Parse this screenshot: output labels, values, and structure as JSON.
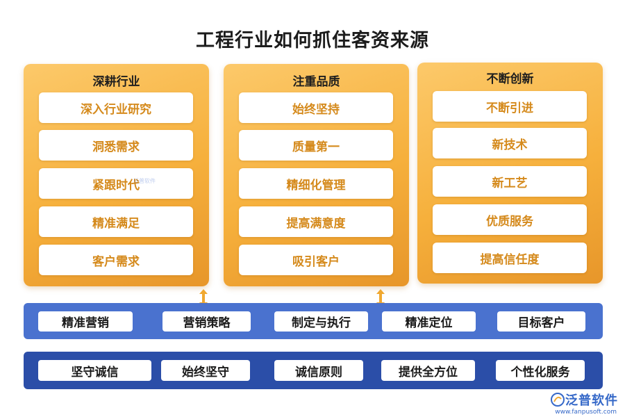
{
  "title": "工程行业如何抓住客资来源",
  "columns": [
    {
      "title": "深耕行业",
      "items": [
        "深入行业研究",
        "洞悉需求",
        "紧跟时代",
        "精准满足",
        "客户需求"
      ]
    },
    {
      "title": "注重品质",
      "items": [
        "始终坚持",
        "质量第一",
        "精细化管理",
        "提高满意度",
        "吸引客户"
      ]
    },
    {
      "title": "不断创新",
      "items": [
        "不断引进",
        "新技术",
        "新工艺",
        "优质服务",
        "提高信任度"
      ]
    }
  ],
  "band1": {
    "color": "#4a72cf",
    "items": [
      "精准营销",
      "营销策略",
      "制定与执行",
      "精准定位",
      "目标客户"
    ]
  },
  "band2": {
    "color": "#2b4ea8",
    "items": [
      "坚守诚信",
      "始终坚守",
      "诚信原则",
      "提供全方位",
      "个性化服务"
    ]
  },
  "colors": {
    "accent": "#f6b03c",
    "item_text": "#d58a1c",
    "arrow": "#f0a830"
  },
  "watermark": {
    "small": "泛普软件",
    "logo": "泛普软件",
    "url": "www.fanpusoft.com"
  }
}
